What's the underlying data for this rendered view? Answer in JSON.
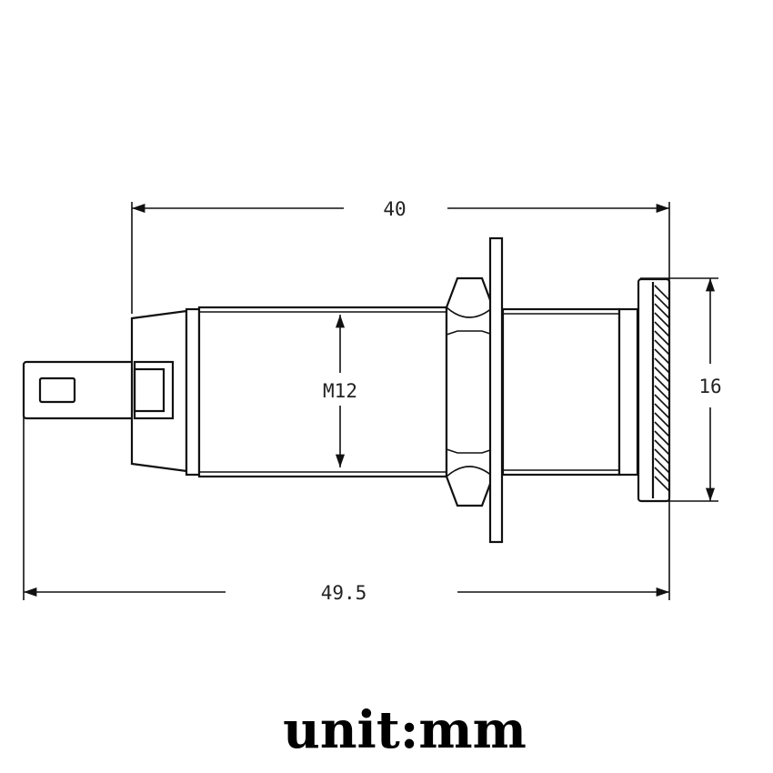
{
  "dimensions": {
    "overall_length_upper": "40",
    "overall_length_lower": "49.5",
    "thread_size": "M12",
    "flange_diameter": "16"
  },
  "unit_label": "unit:mm",
  "colors": {
    "line": "#111111",
    "text": "#222222",
    "background": "#ffffff"
  }
}
